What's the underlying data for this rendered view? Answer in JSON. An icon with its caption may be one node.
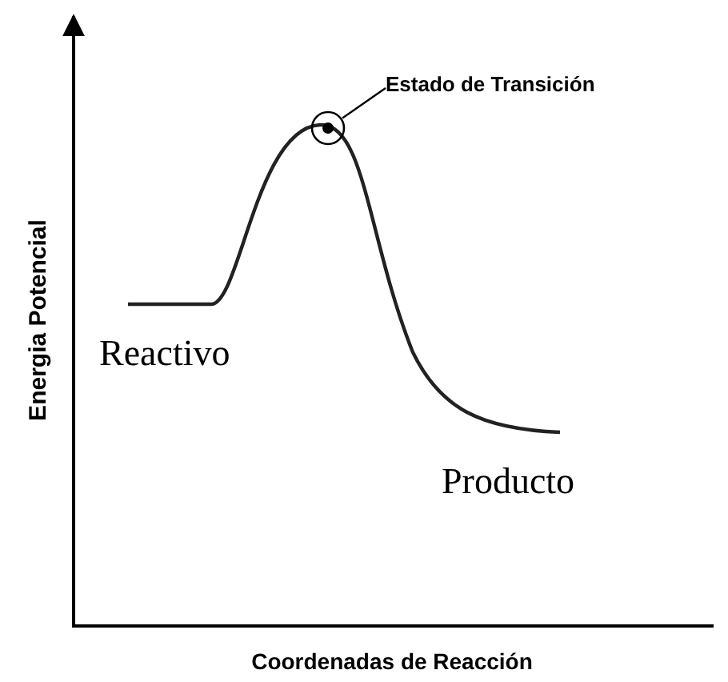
{
  "diagram": {
    "nodes": [
      {
        "text": [
          "Estado de Transición"
        ]
      },
      {
        "text": [],
        "shape": "circle"
      }
    ],
    "edges": [
      {
        "from": 0,
        "to": 1,
        "arrow": "none"
      }
    ],
    "labels": [
      "Reactivo",
      "Producto",
      "Energia Potencial",
      "Coordenadas de Reacción"
    ]
  }
}
